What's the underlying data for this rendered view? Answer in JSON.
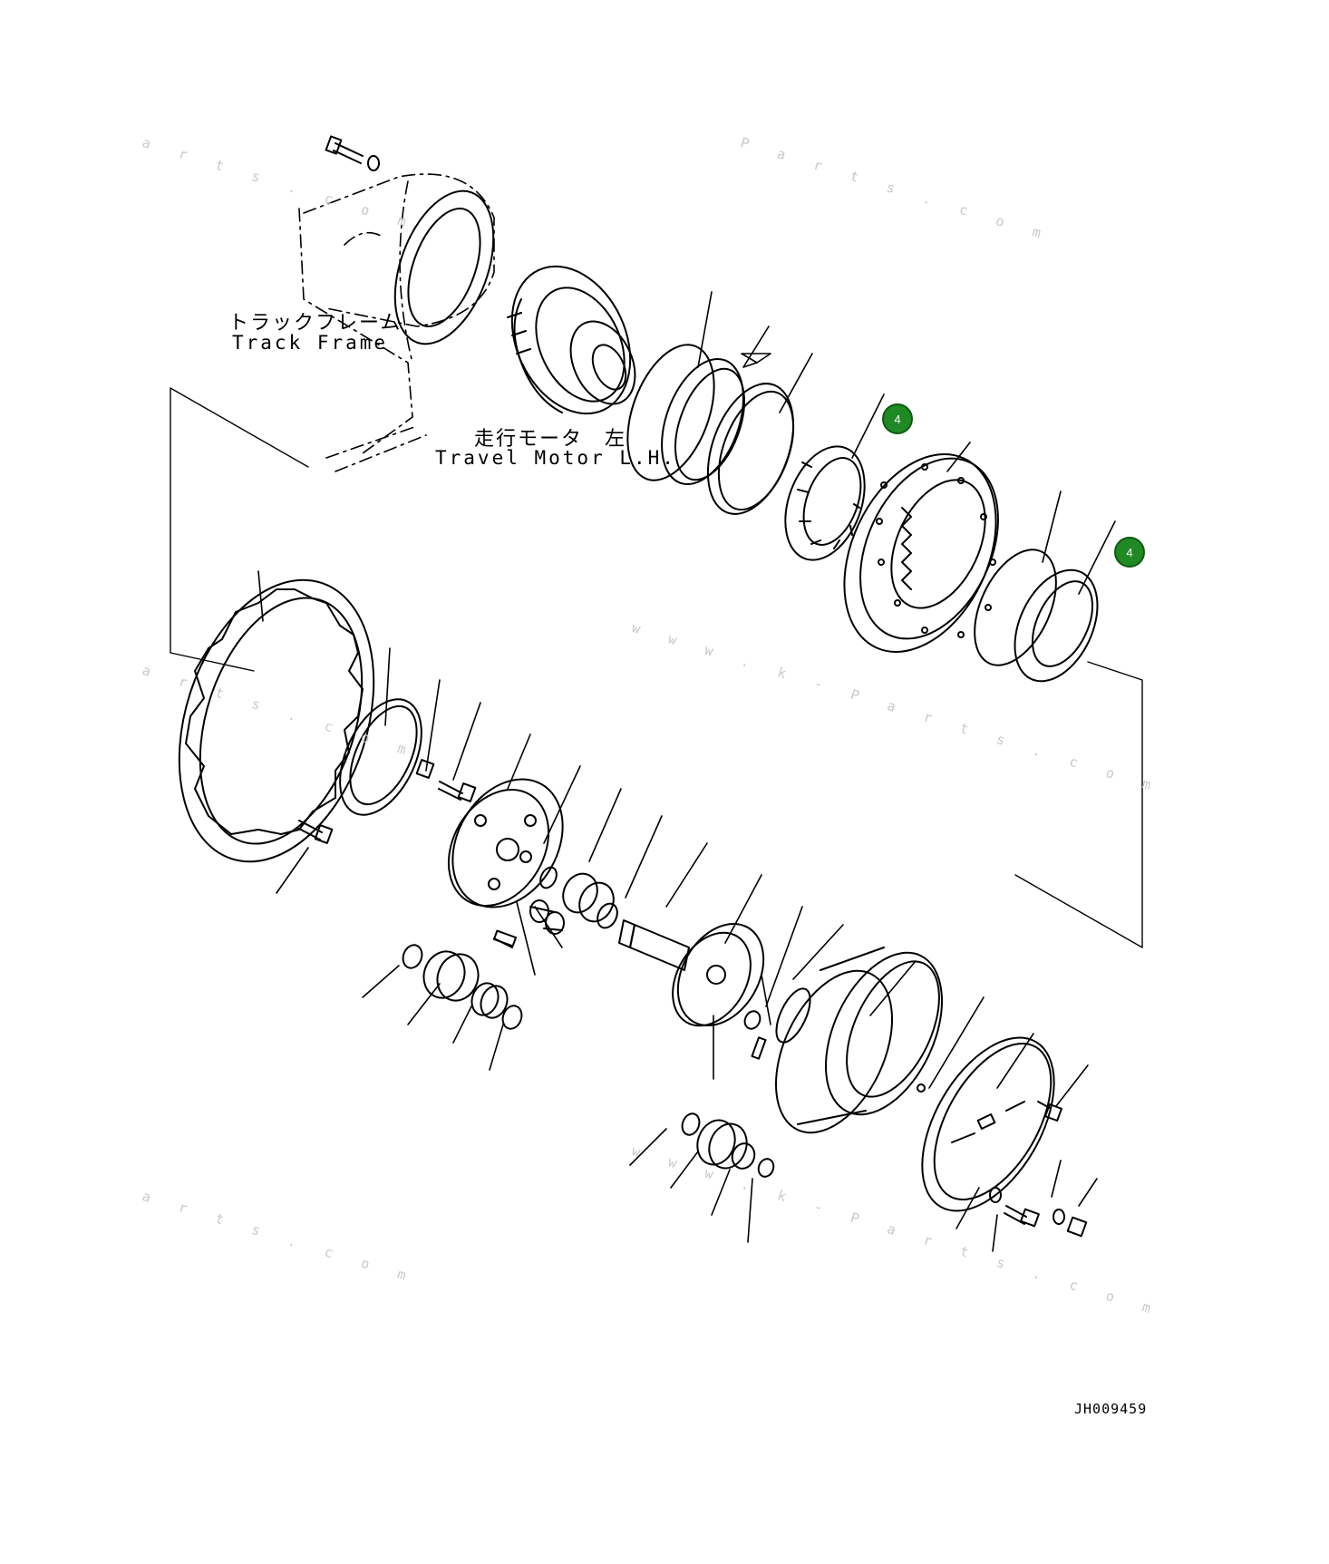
{
  "labels": {
    "track_frame_jp": "トラックフレーム",
    "track_frame_en": "Track Frame",
    "travel_motor_jp": "走行モータ　左",
    "travel_motor_en": "Travel Motor L.H."
  },
  "callouts": [
    "4",
    "4"
  ],
  "drawing_code": "JH009459",
  "watermarks": [
    "a r t s . c o m",
    "P a r t s . c o m",
    "w w w . k - P a r t s . c o m",
    "a r t s . c o m",
    "a r t s . c o m",
    "w w w . k - P a r t s . c o m"
  ],
  "colors": {
    "callout_fill": "#1f8a24",
    "line": "#000000",
    "watermark": "#c8c8c8"
  }
}
